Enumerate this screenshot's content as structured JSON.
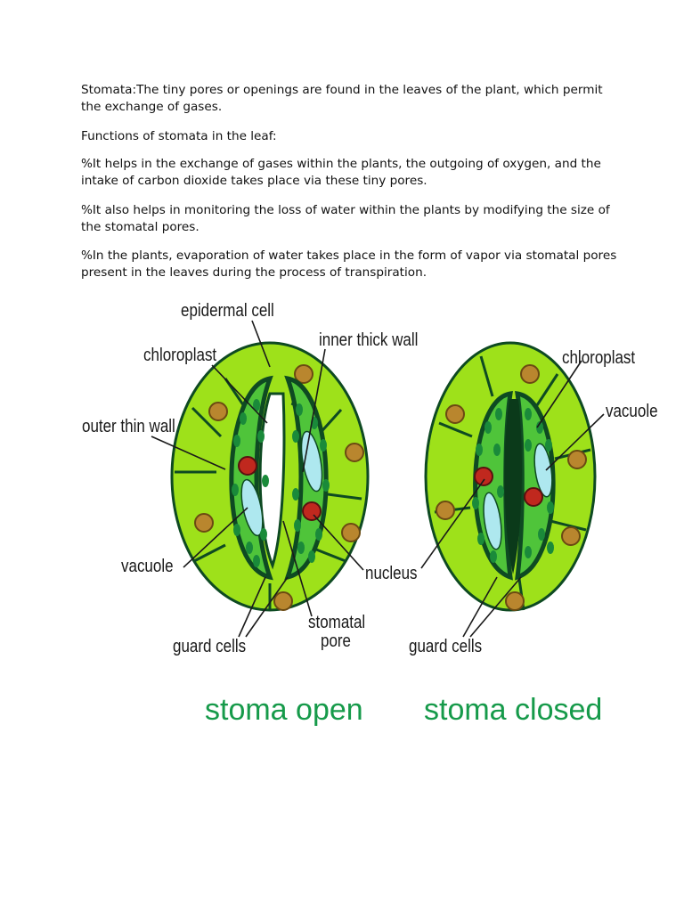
{
  "paragraphs": {
    "definition": "Stomata:The tiny pores or openings are found in the leaves of the plant, which permit the exchange of gases.",
    "functions_heading": "Functions of stomata in the leaf:",
    "function_1": "%It helps in the exchange of gases within the plants, the outgoing of oxygen, and the intake of carbon dioxide takes place via these tiny pores.",
    "function_2": "%It also helps in monitoring the loss of water within the plants by modifying the size of the stomatal pores.",
    "function_3": "%In the plants, evaporation of water takes place in the form of vapor via stomatal pores present in the leaves during the process of transpiration."
  },
  "figure": {
    "labels": {
      "epidermal_cell": "epidermal cell",
      "chloroplast": "chloroplast",
      "inner_thick_wall": "inner thick wall",
      "outer_thin_wall": "outer thin wall",
      "vacuole": "vacuole",
      "nucleus": "nucleus",
      "stomatal": "stomatal",
      "pore": "pore",
      "guard_cells": "guard cells",
      "chloroplast_right": "chloroplast",
      "vacuole_right": "vacuole",
      "guard_cells_right": "guard cells"
    },
    "captions": {
      "open": "stoma open",
      "closed": "stoma closed"
    },
    "colors": {
      "epidermal_fill": "#9ee11a",
      "guard_cell_fill": "#4fc43a",
      "wall_dark": "#0e4a22",
      "chloroplast": "#1a8a3a",
      "vacuole": "#aee8ef",
      "nucleus_red": "#c0281e",
      "nucleus_brown": "#b9862e",
      "caption_green": "#169a4a"
    }
  }
}
